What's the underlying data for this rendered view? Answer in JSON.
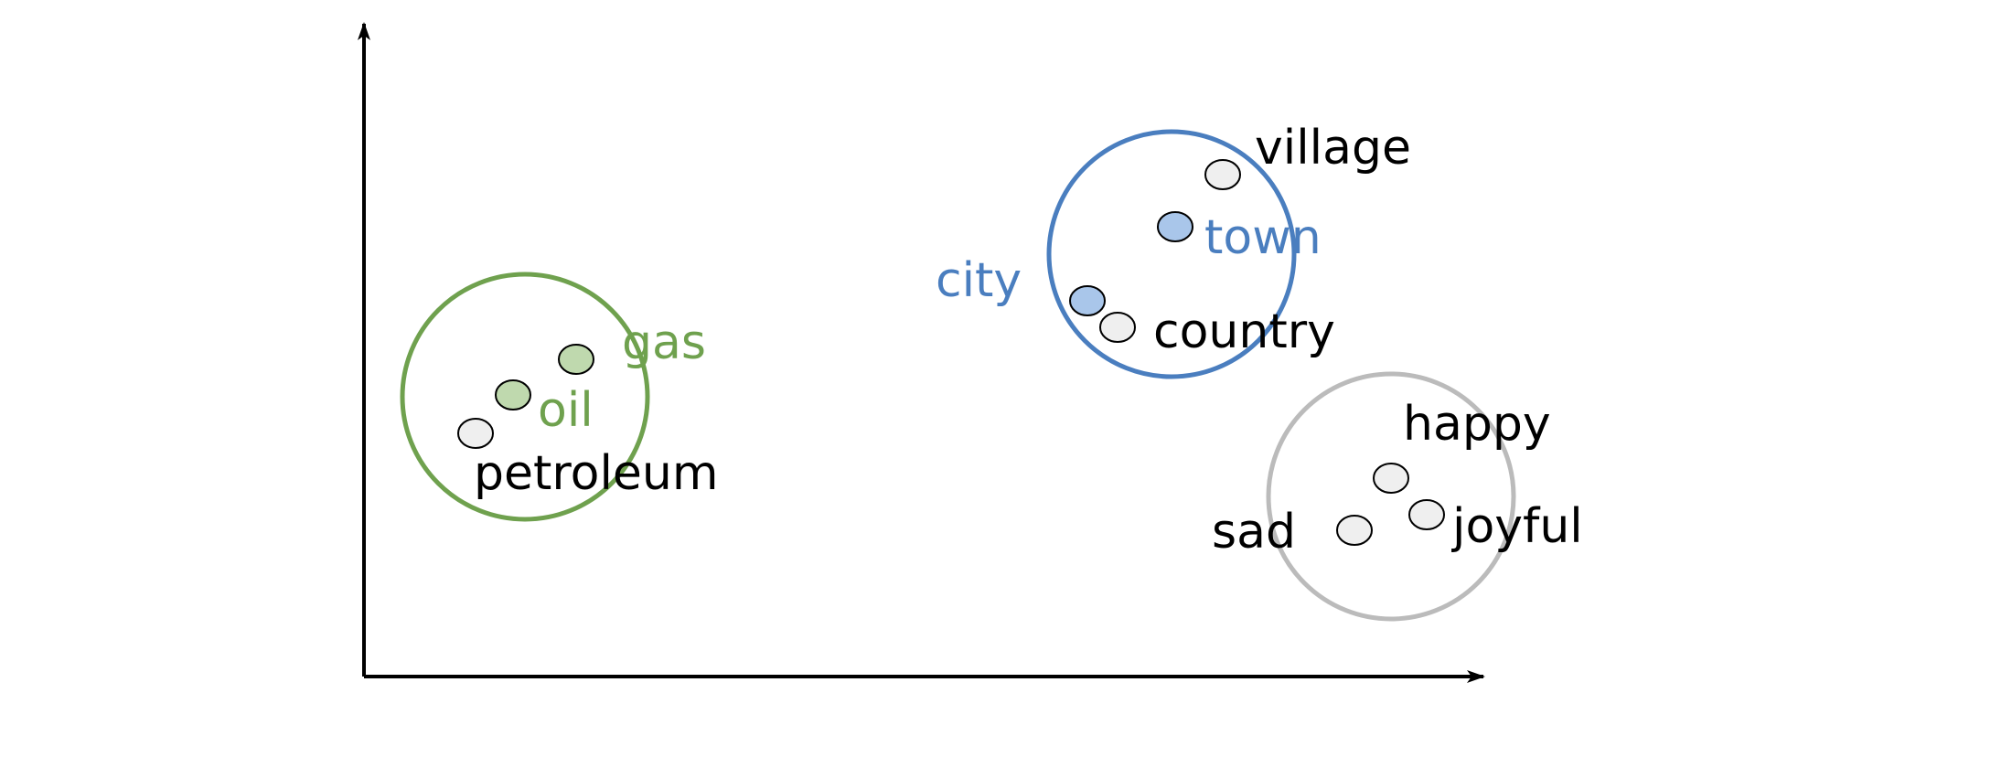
{
  "colors": {
    "fuel": "#6FA14E",
    "place": "#4A7EBF",
    "emotion": "#BBBBBB",
    "axis": "#000000",
    "dot_neutral": "#EFEFEF",
    "dot_fuel": "#BFD9AE",
    "dot_place": "#A9C6EA",
    "text_default": "#000000"
  },
  "clusters": [
    {
      "id": "fuel",
      "color_key": "fuel",
      "words": [
        {
          "id": "gas",
          "label": "gas",
          "highlight": true
        },
        {
          "id": "oil",
          "label": "oil",
          "highlight": true
        },
        {
          "id": "petroleum",
          "label": "petroleum",
          "highlight": false
        }
      ]
    },
    {
      "id": "place",
      "color_key": "place",
      "words": [
        {
          "id": "village",
          "label": "village",
          "highlight": false
        },
        {
          "id": "town",
          "label": "town",
          "highlight": true
        },
        {
          "id": "city",
          "label": "city",
          "highlight": true
        },
        {
          "id": "country",
          "label": "country",
          "highlight": false
        }
      ]
    },
    {
      "id": "emotion",
      "color_key": "emotion",
      "words": [
        {
          "id": "happy",
          "label": "happy",
          "highlight": false
        },
        {
          "id": "sad",
          "label": "sad",
          "highlight": false
        },
        {
          "id": "joyful",
          "label": "joyful",
          "highlight": false
        }
      ]
    }
  ]
}
